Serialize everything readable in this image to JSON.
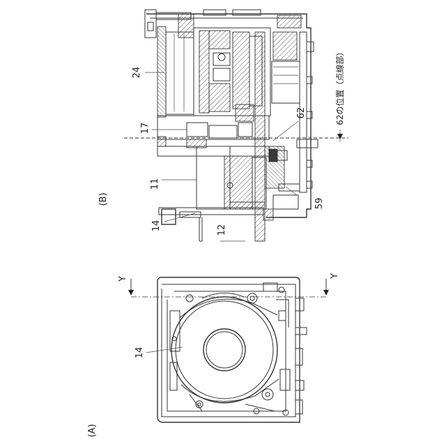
{
  "figure": {
    "panel_a_label": "(A)",
    "panel_b_label": "(B)"
  },
  "panel_a": {
    "part_labels": {
      "ring": "14"
    },
    "section_marks": {
      "left": "Y",
      "right": "Y"
    }
  },
  "panel_b": {
    "part_labels": {
      "p24": "24",
      "p17": "17",
      "p11": "11",
      "p14": "14",
      "p12": "12",
      "p62": "62",
      "p59": "59"
    },
    "dotted_line_note": "62の位置（点線部）"
  }
}
